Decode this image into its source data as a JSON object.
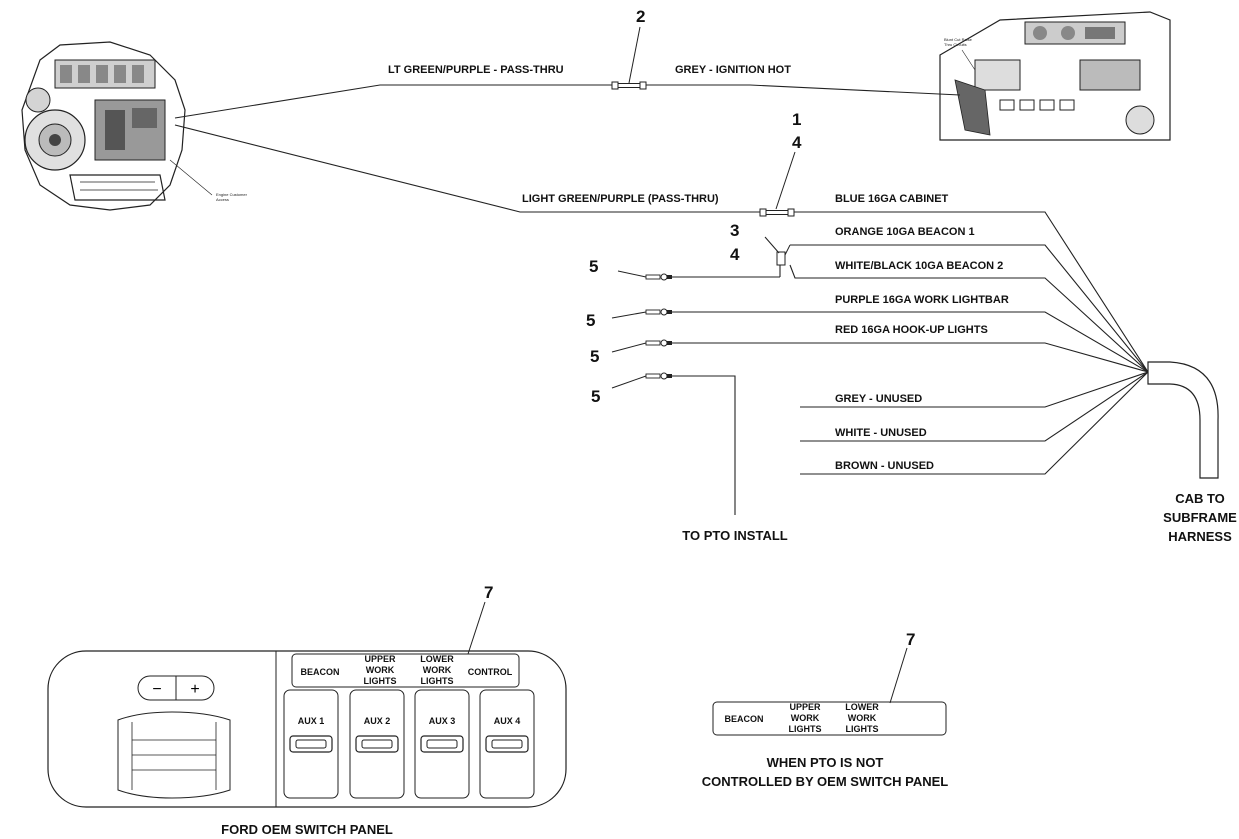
{
  "callouts": {
    "c2": "2",
    "c1": "1",
    "c4_top": "4",
    "c3": "3",
    "c4_mid": "4",
    "c5_a": "5",
    "c5_b": "5",
    "c5_c": "5",
    "c5_d": "5",
    "c7_left": "7",
    "c7_right": "7"
  },
  "wires": {
    "lt_green_purple": "LT GREEN/PURPLE - PASS-THRU",
    "grey_ignition": "GREY - IGNITION HOT",
    "light_green_purple": "LIGHT GREEN/PURPLE (PASS-THRU)",
    "blue_cabinet": "BLUE 16GA CABINET",
    "orange_beacon1": "ORANGE 10GA BEACON 1",
    "white_black_beacon2": "WHITE/BLACK 10GA BEACON 2",
    "purple_lightbar": "PURPLE 16GA WORK LIGHTBAR",
    "red_hookup": "RED 16GA HOOK-UP LIGHTS",
    "grey_unused": "GREY - UNUSED",
    "white_unused": "WHITE - UNUSED",
    "brown_unused": "BROWN - UNUSED"
  },
  "labels": {
    "to_pto": "TO PTO INSTALL",
    "harness_line1": "CAB TO",
    "harness_line2": "SUBFRAME",
    "harness_line3": "HARNESS",
    "ford_panel": "FORD OEM SWITCH PANEL",
    "not_controlled_line1": "WHEN PTO IS NOT",
    "not_controlled_line2": "CONTROLLED BY OEM SWITCH PANEL",
    "engine_note_line1": "Engine Customer",
    "engine_note_line2": "Access",
    "cab_note_line1": "Blunt Cut Raise",
    "cab_note_line2": "Thru Circuits"
  },
  "ford_panel": {
    "minus": "−",
    "plus": "+",
    "header": {
      "beacon": "BEACON",
      "upper_1": "UPPER",
      "upper_2": "WORK",
      "upper_3": "LIGHTS",
      "lower_1": "LOWER",
      "lower_2": "WORK",
      "lower_3": "LIGHTS",
      "control": "CONTROL"
    },
    "switches": [
      "AUX 1",
      "AUX 2",
      "AUX 3",
      "AUX 4"
    ]
  },
  "alt_panel": {
    "beacon": "BEACON",
    "upper_1": "UPPER",
    "upper_2": "WORK",
    "upper_3": "LIGHTS",
    "lower_1": "LOWER",
    "lower_2": "WORK",
    "lower_3": "LIGHTS"
  }
}
